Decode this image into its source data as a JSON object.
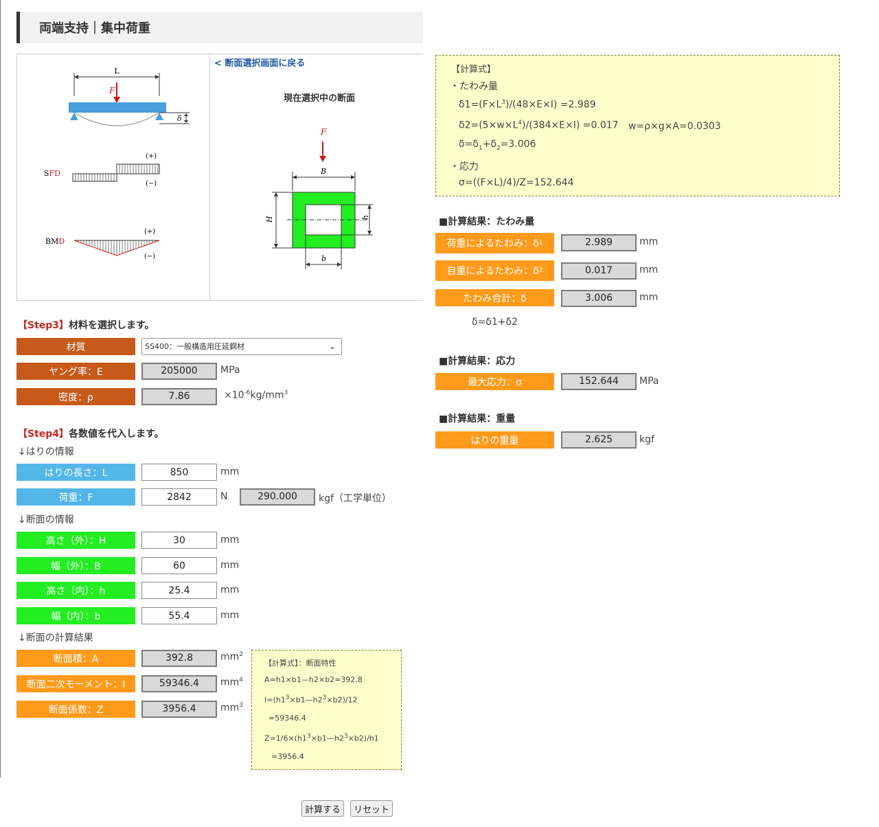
{
  "header": {
    "title": "両端支持｜集中荷重"
  },
  "figure": {
    "back_link": "< 断面選択画面に戻る",
    "section_caption": "現在選択中の断面",
    "beam_labels": {
      "L": "L",
      "F": "F",
      "delta": "δ"
    },
    "sfd": {
      "name_s": "S",
      "name_fd": "FD",
      "plus": "(+)",
      "minus": "(−)"
    },
    "bmd": {
      "name_bm": "BM",
      "name_d": "D",
      "plus": "(+)",
      "minus": "(−)"
    },
    "section_labels": {
      "F": "F",
      "B": "B",
      "H": "H",
      "h": "h",
      "b": "b"
    },
    "colors": {
      "beam": "#4a9fdc",
      "load": "#d01818",
      "section": "#22ee22"
    }
  },
  "step3": {
    "tag": "【Step3】",
    "text": "材料を選択します。",
    "material": {
      "label": "材質",
      "selected": "SS400：一般構造用圧延鋼材"
    },
    "young": {
      "label": "ヤング率：E",
      "value": "205000",
      "unit": "MPa"
    },
    "density": {
      "label": "密度：ρ",
      "value": "7.86",
      "unit_a": "×10",
      "unit_sup": "-6",
      "unit_b": "kg/mm",
      "unit_sup2": "3"
    }
  },
  "step4": {
    "tag": "【Step4】",
    "text": "各数値を代入します。",
    "beam_info": "↓はりの情報",
    "length": {
      "label": "はりの長さ：L",
      "value": "850",
      "unit": "mm"
    },
    "load": {
      "label": "荷重：F",
      "value": "2842",
      "unit": "N",
      "kgf_value": "290.000",
      "kgf_unit": "kgf（工学単位）"
    },
    "section_info": "↓断面の情報",
    "H": {
      "label": "高さ（外）：H",
      "value": "30",
      "unit": "mm"
    },
    "B": {
      "label": "幅（外）：B",
      "value": "60",
      "unit": "mm"
    },
    "h": {
      "label": "高さ（内）：h",
      "value": "25.4",
      "unit": "mm"
    },
    "b": {
      "label": "幅（内）：b",
      "value": "55.4",
      "unit": "mm"
    },
    "section_calc": "↓断面の計算結果",
    "A": {
      "label": "断面積：A",
      "value": "392.8",
      "unit": "mm",
      "sup": "2"
    },
    "I": {
      "label": "断面二次モーメント：I",
      "value": "59346.4",
      "unit": "mm",
      "sup": "4"
    },
    "Z": {
      "label": "断面係数：Z",
      "value": "3956.4",
      "unit": "mm",
      "sup": "3"
    }
  },
  "section_formula": {
    "title": "【計算式】：断面特性",
    "a": "A=h1×b1—h2×b2=392.8",
    "i1_a": "I=(h1",
    "i1_b": "×b1—h2",
    "i1_c": "×b2)/12",
    "sup3": "3",
    "i2": "=59346.4",
    "z1_a": "Z=1/6×(h1",
    "z1_b": "×b1—h2",
    "z1_c": "×b2)/h1",
    "z2": "=3956.4"
  },
  "formula": {
    "title": "【計算式】",
    "deflection_head": "・たわみ量",
    "d1_a": "δ1=(F×L",
    "d1_sup": "3",
    "d1_b": ")/(48×E×I) =2.989",
    "d2_a": "δ2=(5×w×L",
    "d2_sup": "4",
    "d2_b": ")/(384×E×I) =0.017",
    "w": "w=ρ×g×A=0.0303",
    "d_a": "δ=δ",
    "d_sub1": "1",
    "d_b": "+δ",
    "d_sub2": "2",
    "d_c": "=3.006",
    "stress_head": "・応力",
    "sigma": "σ=((F×L)/4)/Z=152.644"
  },
  "results_deflection": {
    "head": "■計算結果：たわみ量",
    "d1": {
      "label": "荷重によるたわみ：δ",
      "sub": "1",
      "value": "2.989",
      "unit": "mm"
    },
    "d2": {
      "label": "自重によるたわみ：δ",
      "sub": "2",
      "value": "0.017",
      "unit": "mm"
    },
    "total": {
      "label": "たわみ合計：δ",
      "value": "3.006",
      "unit": "mm"
    },
    "note": "δ=δ1+δ2"
  },
  "results_stress": {
    "head": "■計算結果：応力",
    "max": {
      "label": "最大応力：σ",
      "value": "152.644",
      "unit": "MPa"
    }
  },
  "results_weight": {
    "head": "■計算結果：重量",
    "weight": {
      "label": "はりの重量",
      "value": "2.625",
      "unit": "kgf"
    }
  },
  "buttons": {
    "calc": "計算する",
    "reset": "リセット"
  }
}
